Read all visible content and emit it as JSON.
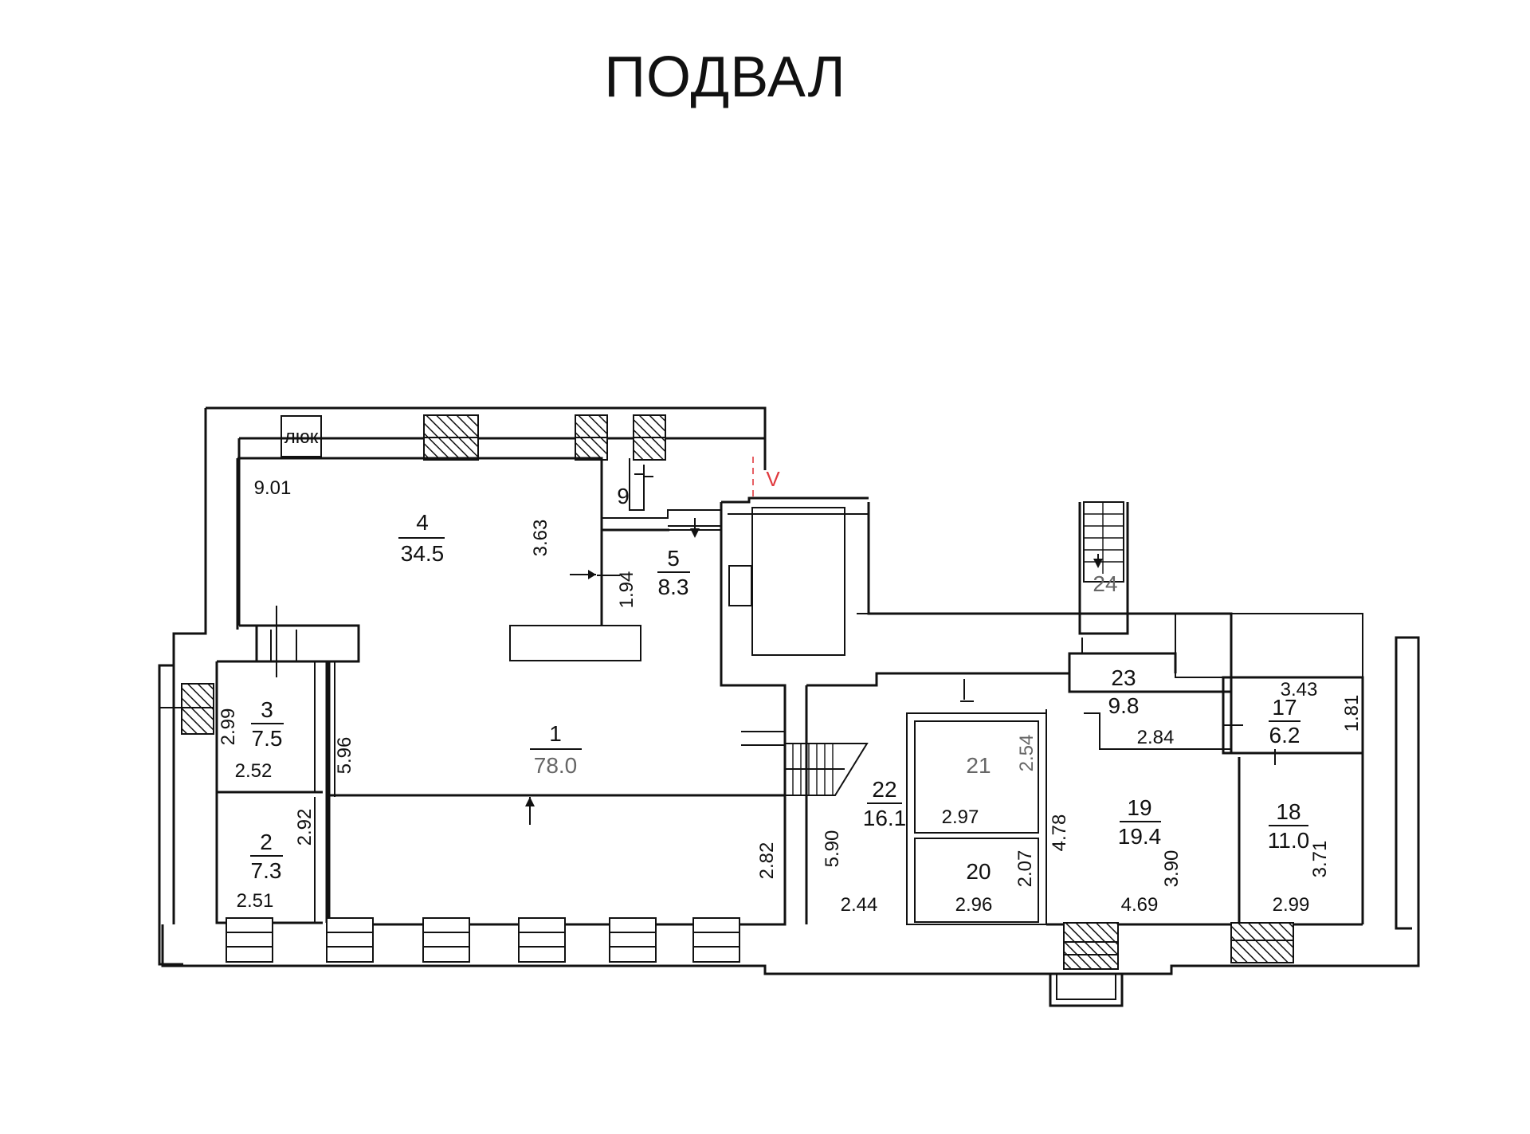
{
  "title": "ПОДВАЛ",
  "labels": {
    "hatch": "люк",
    "mark_v": "V"
  },
  "colors": {
    "mark_v": "#e0393e",
    "lines": "#111111"
  },
  "rooms": [
    {
      "num": "1",
      "area": "78.0"
    },
    {
      "num": "2",
      "area": "7.3"
    },
    {
      "num": "3",
      "area": "7.5"
    },
    {
      "num": "4",
      "area": "34.5"
    },
    {
      "num": "5",
      "area": "8.3"
    },
    {
      "num": "9"
    },
    {
      "num": "17",
      "area": "6.2"
    },
    {
      "num": "18",
      "area": "11.0"
    },
    {
      "num": "19",
      "area": "19.4"
    },
    {
      "num": "20"
    },
    {
      "num": "21"
    },
    {
      "num": "22",
      "area": "16.1"
    },
    {
      "num": "23",
      "area": "9.8"
    },
    {
      "num": "24"
    }
  ],
  "dims": {
    "r4_width": "9.01",
    "r4_height": "3.63",
    "r5_height": "1.94",
    "r3_height": "2.99",
    "r3_width": "2.52",
    "r1_height": "5.96",
    "r2_height": "2.92",
    "r2_width": "2.51",
    "r1_right": "2.82",
    "r22_height": "5.90",
    "r22_width": "2.44",
    "r21_height": "2.54",
    "r21_width": "2.97",
    "r20_height": "2.07",
    "r20_width": "2.96",
    "r19_left": "4.78",
    "r19_right": "3.90",
    "r19_width": "4.69",
    "r23_width": "2.84",
    "r17_width": "3.43",
    "r17_height": "1.81",
    "r18_height": "3.71",
    "r18_width": "2.99"
  }
}
